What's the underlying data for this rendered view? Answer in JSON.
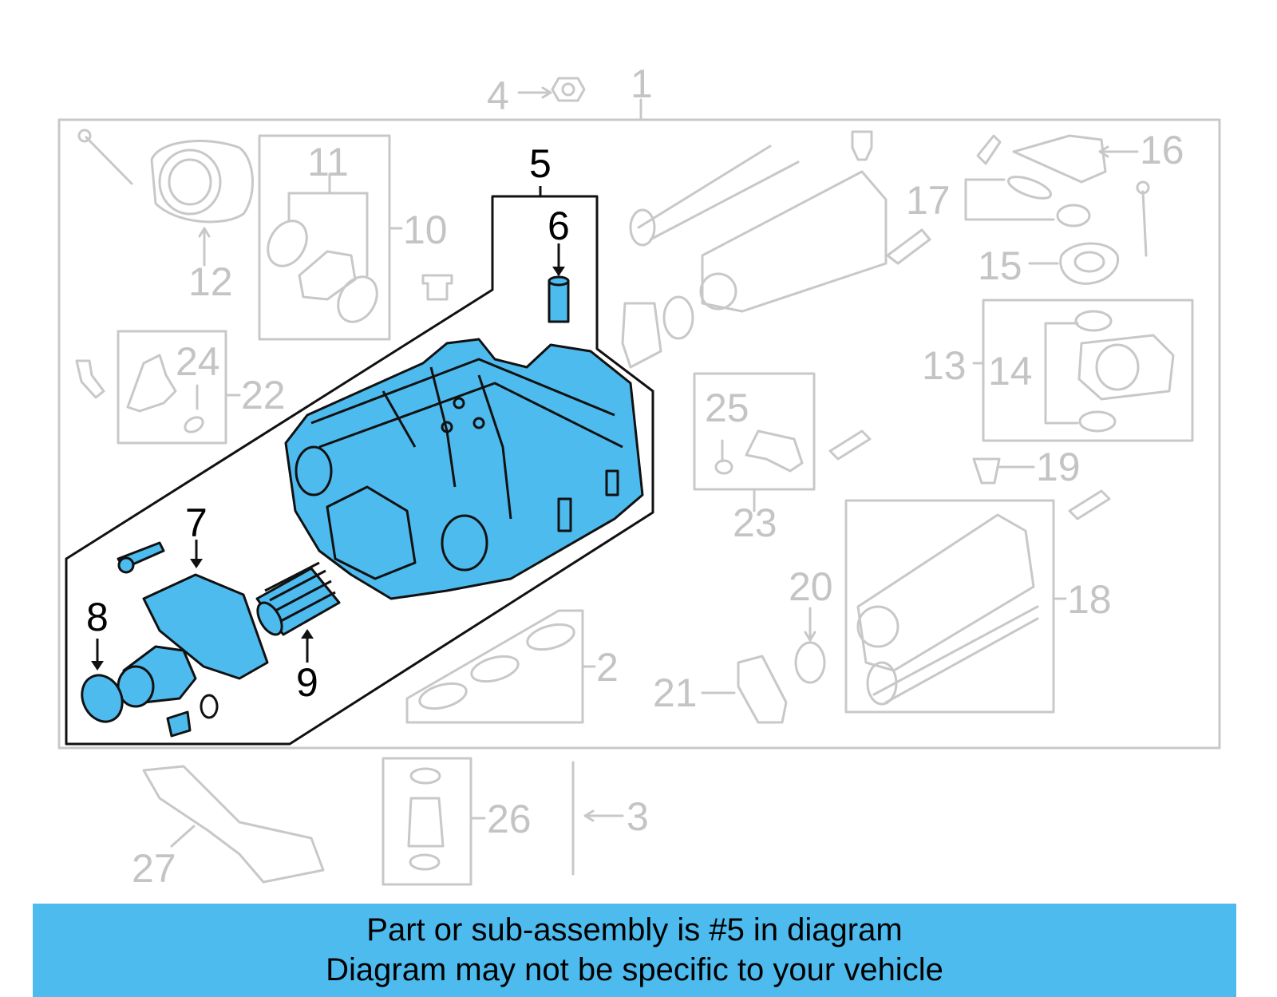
{
  "colors": {
    "highlight": "#4dbbee",
    "ghost": "#c8c8c8",
    "ink": "#111111"
  },
  "callouts": {
    "c1": "1",
    "c2": "2",
    "c3": "3",
    "c4": "4",
    "c5": "5",
    "c6": "6",
    "c7": "7",
    "c8": "8",
    "c9": "9",
    "c10": "10",
    "c11": "11",
    "c12": "12",
    "c13": "13",
    "c14": "14",
    "c15": "15",
    "c16": "16",
    "c17": "17",
    "c18": "18",
    "c19": "19",
    "c20": "20",
    "c21": "21",
    "c22": "22",
    "c23": "23",
    "c24": "24",
    "c25": "25",
    "c26": "26",
    "c27": "27"
  },
  "banner": {
    "line1": "Part or sub-assembly is #5 in diagram",
    "line2": "Diagram may not be specific to your vehicle"
  }
}
